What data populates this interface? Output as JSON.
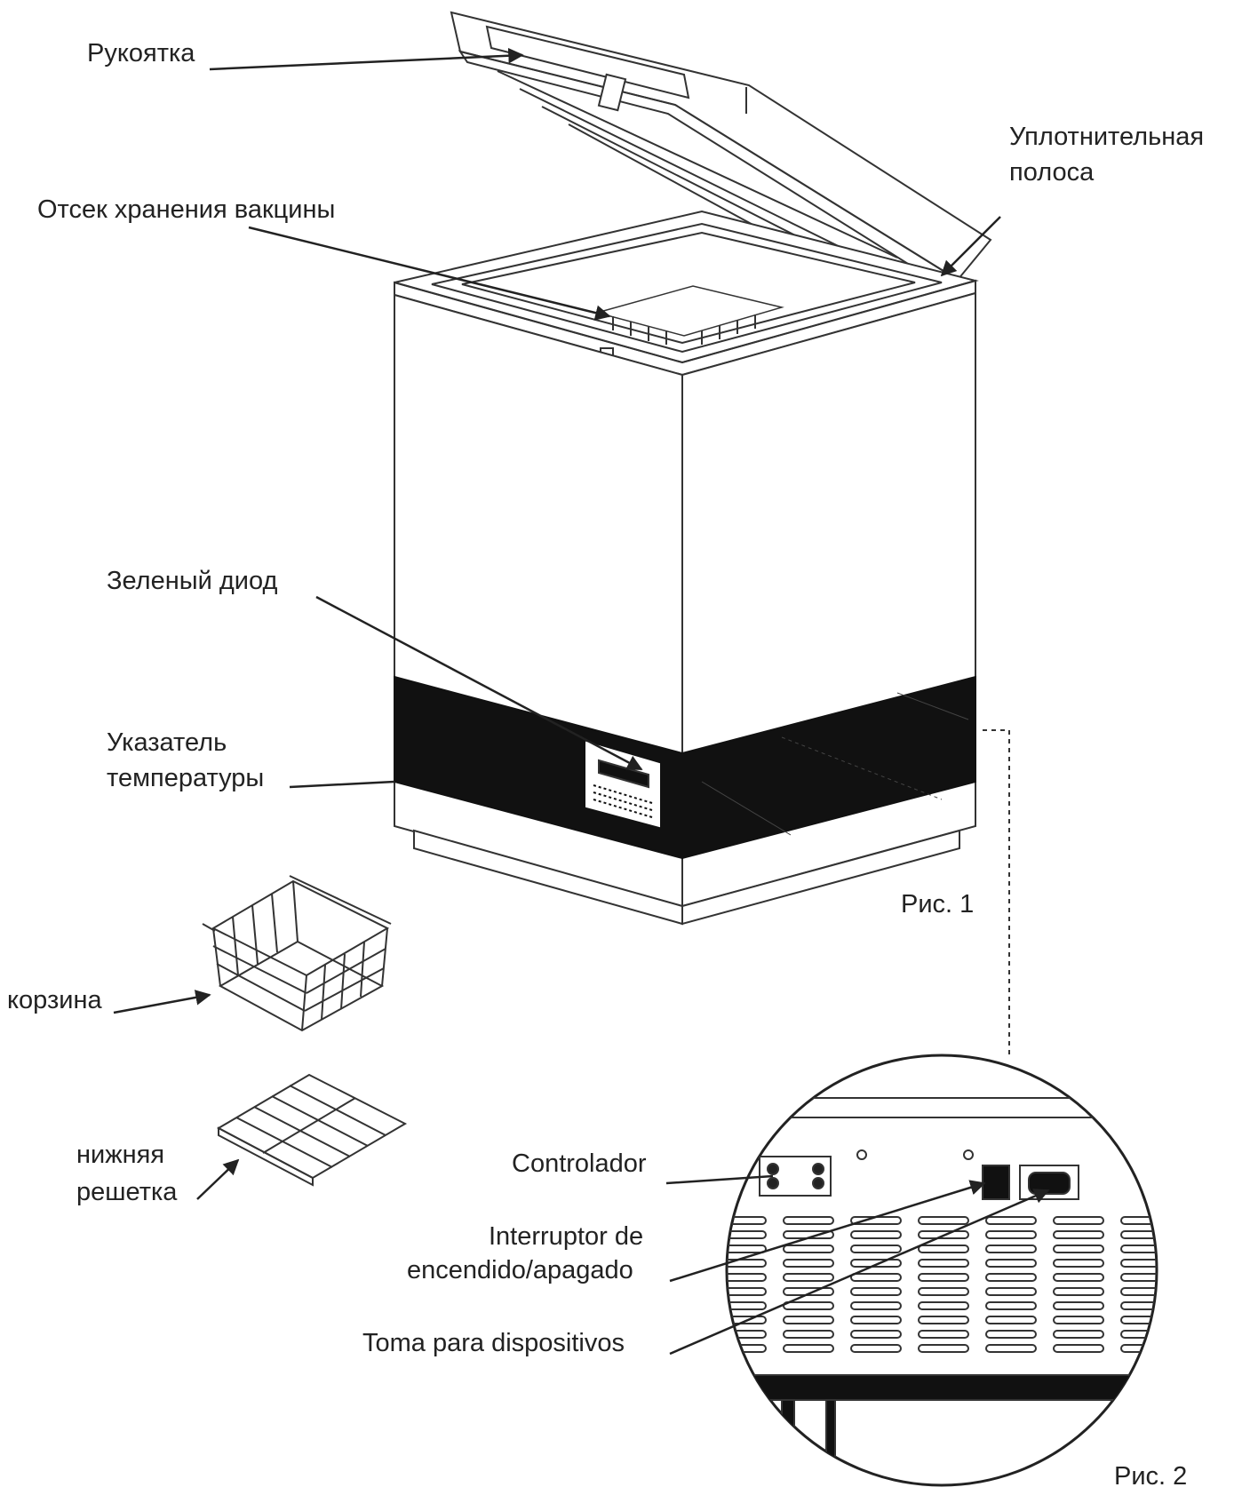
{
  "figure1": {
    "caption": "Рис. 1",
    "labels": {
      "handle": "Рукоятка",
      "seal_line1": "Уплотнительная",
      "seal_line2": "полоса",
      "compartment": "Отсек хранения вакцины",
      "green_led": "Зеленый диод",
      "temp_indicator_line1": "Указатель",
      "temp_indicator_line2": "температуры",
      "basket": "корзина",
      "bottom_grid_line1": "нижняя",
      "bottom_grid_line2": "решетка"
    }
  },
  "figure2": {
    "caption": "Рис. 2",
    "labels": {
      "controller": "Controlador",
      "switch_line1": "Interruptor de",
      "switch_line2": "encendido/apagado",
      "socket": "Toma para dispositivos"
    }
  },
  "colors": {
    "ink": "#222222",
    "band": "#111111",
    "line": "#333333"
  }
}
